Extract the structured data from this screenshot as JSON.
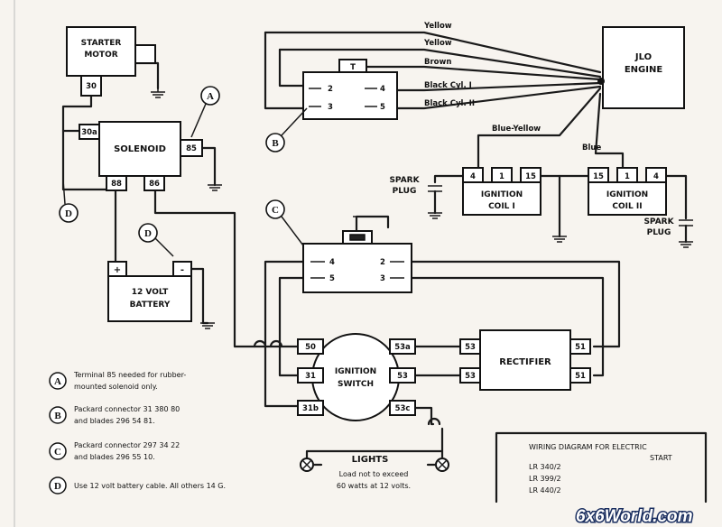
{
  "components": {
    "starter_motor": "STARTER MOTOR",
    "solenoid": "SOLENOID",
    "battery": "12 VOLT BATTERY",
    "jlo_engine": "JLO ENGINE",
    "ignition_coil_1": "IGNITION COIL I",
    "ignition_coil_2": "IGNITION COIL II",
    "spark_plug_left": "SPARK PLUG",
    "spark_plug_right": "SPARK PLUG",
    "ignition_switch": "IGNITION SWITCH",
    "rectifier": "RECTIFIER",
    "lights": "LIGHTS",
    "lights_note_1": "Load not to exceed",
    "lights_note_2": "60 watts at 12 volts."
  },
  "terminals": {
    "starter_30": "30",
    "sol_30": "30a",
    "sol_85": "85",
    "sol_88": "88",
    "sol_86": "86",
    "bat_pos": "+",
    "bat_neg": "-",
    "coil1": [
      "4",
      "1",
      "15"
    ],
    "coil2": [
      "15",
      "1",
      "4"
    ],
    "conn_b": [
      "2",
      "3",
      "4",
      "5"
    ],
    "conn_c": [
      "4",
      "5",
      "2",
      "3"
    ],
    "sw_left": [
      "50",
      "31",
      "31b"
    ],
    "sw_right": [
      "53a",
      "53",
      "53c"
    ],
    "rect_left": [
      "53",
      "53"
    ],
    "rect_right": [
      "51",
      "51"
    ]
  },
  "wires": {
    "yellow_1": "Yellow",
    "yellow_2": "Yellow",
    "brown": "Brown",
    "black_cyl_1": "Black Cyl. I",
    "black_cyl_2": "Black Cyl. II",
    "blue_yellow": "Blue-Yellow",
    "blue": "Blue"
  },
  "callouts": [
    "A",
    "B",
    "C",
    "D",
    "D"
  ],
  "legend": [
    {
      "letter": "A",
      "line1": "Terminal 85 needed for rubber-",
      "line2": "mounted solenoid only."
    },
    {
      "letter": "B",
      "line1": "Packard connector 31 380 80",
      "line2": "and blades 296 54 81."
    },
    {
      "letter": "C",
      "line1": "Packard connector 297 34 22",
      "line2": "and blades 296 55 10."
    },
    {
      "letter": "D",
      "line1": "Use 12 volt battery cable.  All others 14 G.",
      "line2": ""
    }
  ],
  "title_block": {
    "title_1": "WIRING DIAGRAM  FOR ELECTRIC",
    "title_2": "START",
    "models": [
      "LR 340/2",
      "LR 399/2",
      "LR 440/2"
    ]
  },
  "watermark": "6x6World.com"
}
